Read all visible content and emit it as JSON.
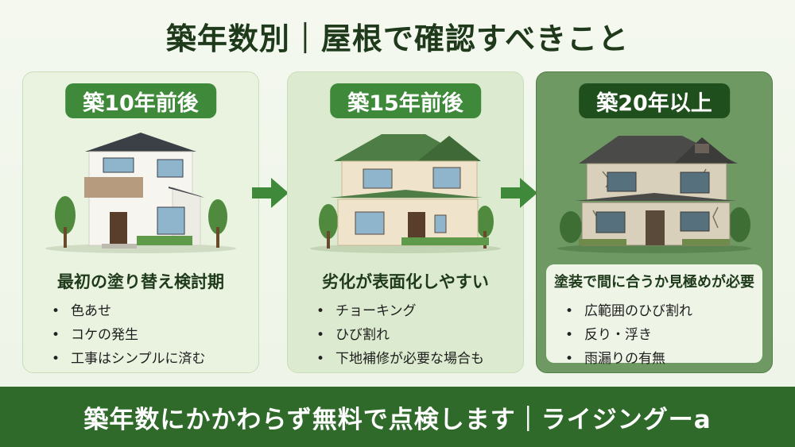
{
  "title": "築年数別｜屋根で確認すべきこと",
  "cards": [
    {
      "badge": "築10年前後",
      "heading": "最初の塗り替え検討期",
      "bullets": [
        "色あせ",
        "コケの発生",
        "工事はシンプルに済む"
      ]
    },
    {
      "badge": "築15年前後",
      "heading": "劣化が表面化しやすい",
      "bullets": [
        "チョーキング",
        "ひび割れ",
        "下地補修が必要な場合も"
      ]
    },
    {
      "badge": "築20年以上",
      "heading": "塗装で間に合うか見極めが必要",
      "bullets": [
        "広範囲のひび割れ",
        "反り・浮き",
        "雨漏りの有無"
      ]
    }
  ],
  "footer": "築年数にかかわらず無料で点検します｜ライジングーa",
  "colors": {
    "primary_green": "#3f8a3a",
    "dark_green": "#1f4f1c",
    "footer_green": "#2f6a2a"
  },
  "icons": [
    "house-new-illustration",
    "house-aged-illustration",
    "house-old-illustration",
    "arrow-right-icon"
  ]
}
